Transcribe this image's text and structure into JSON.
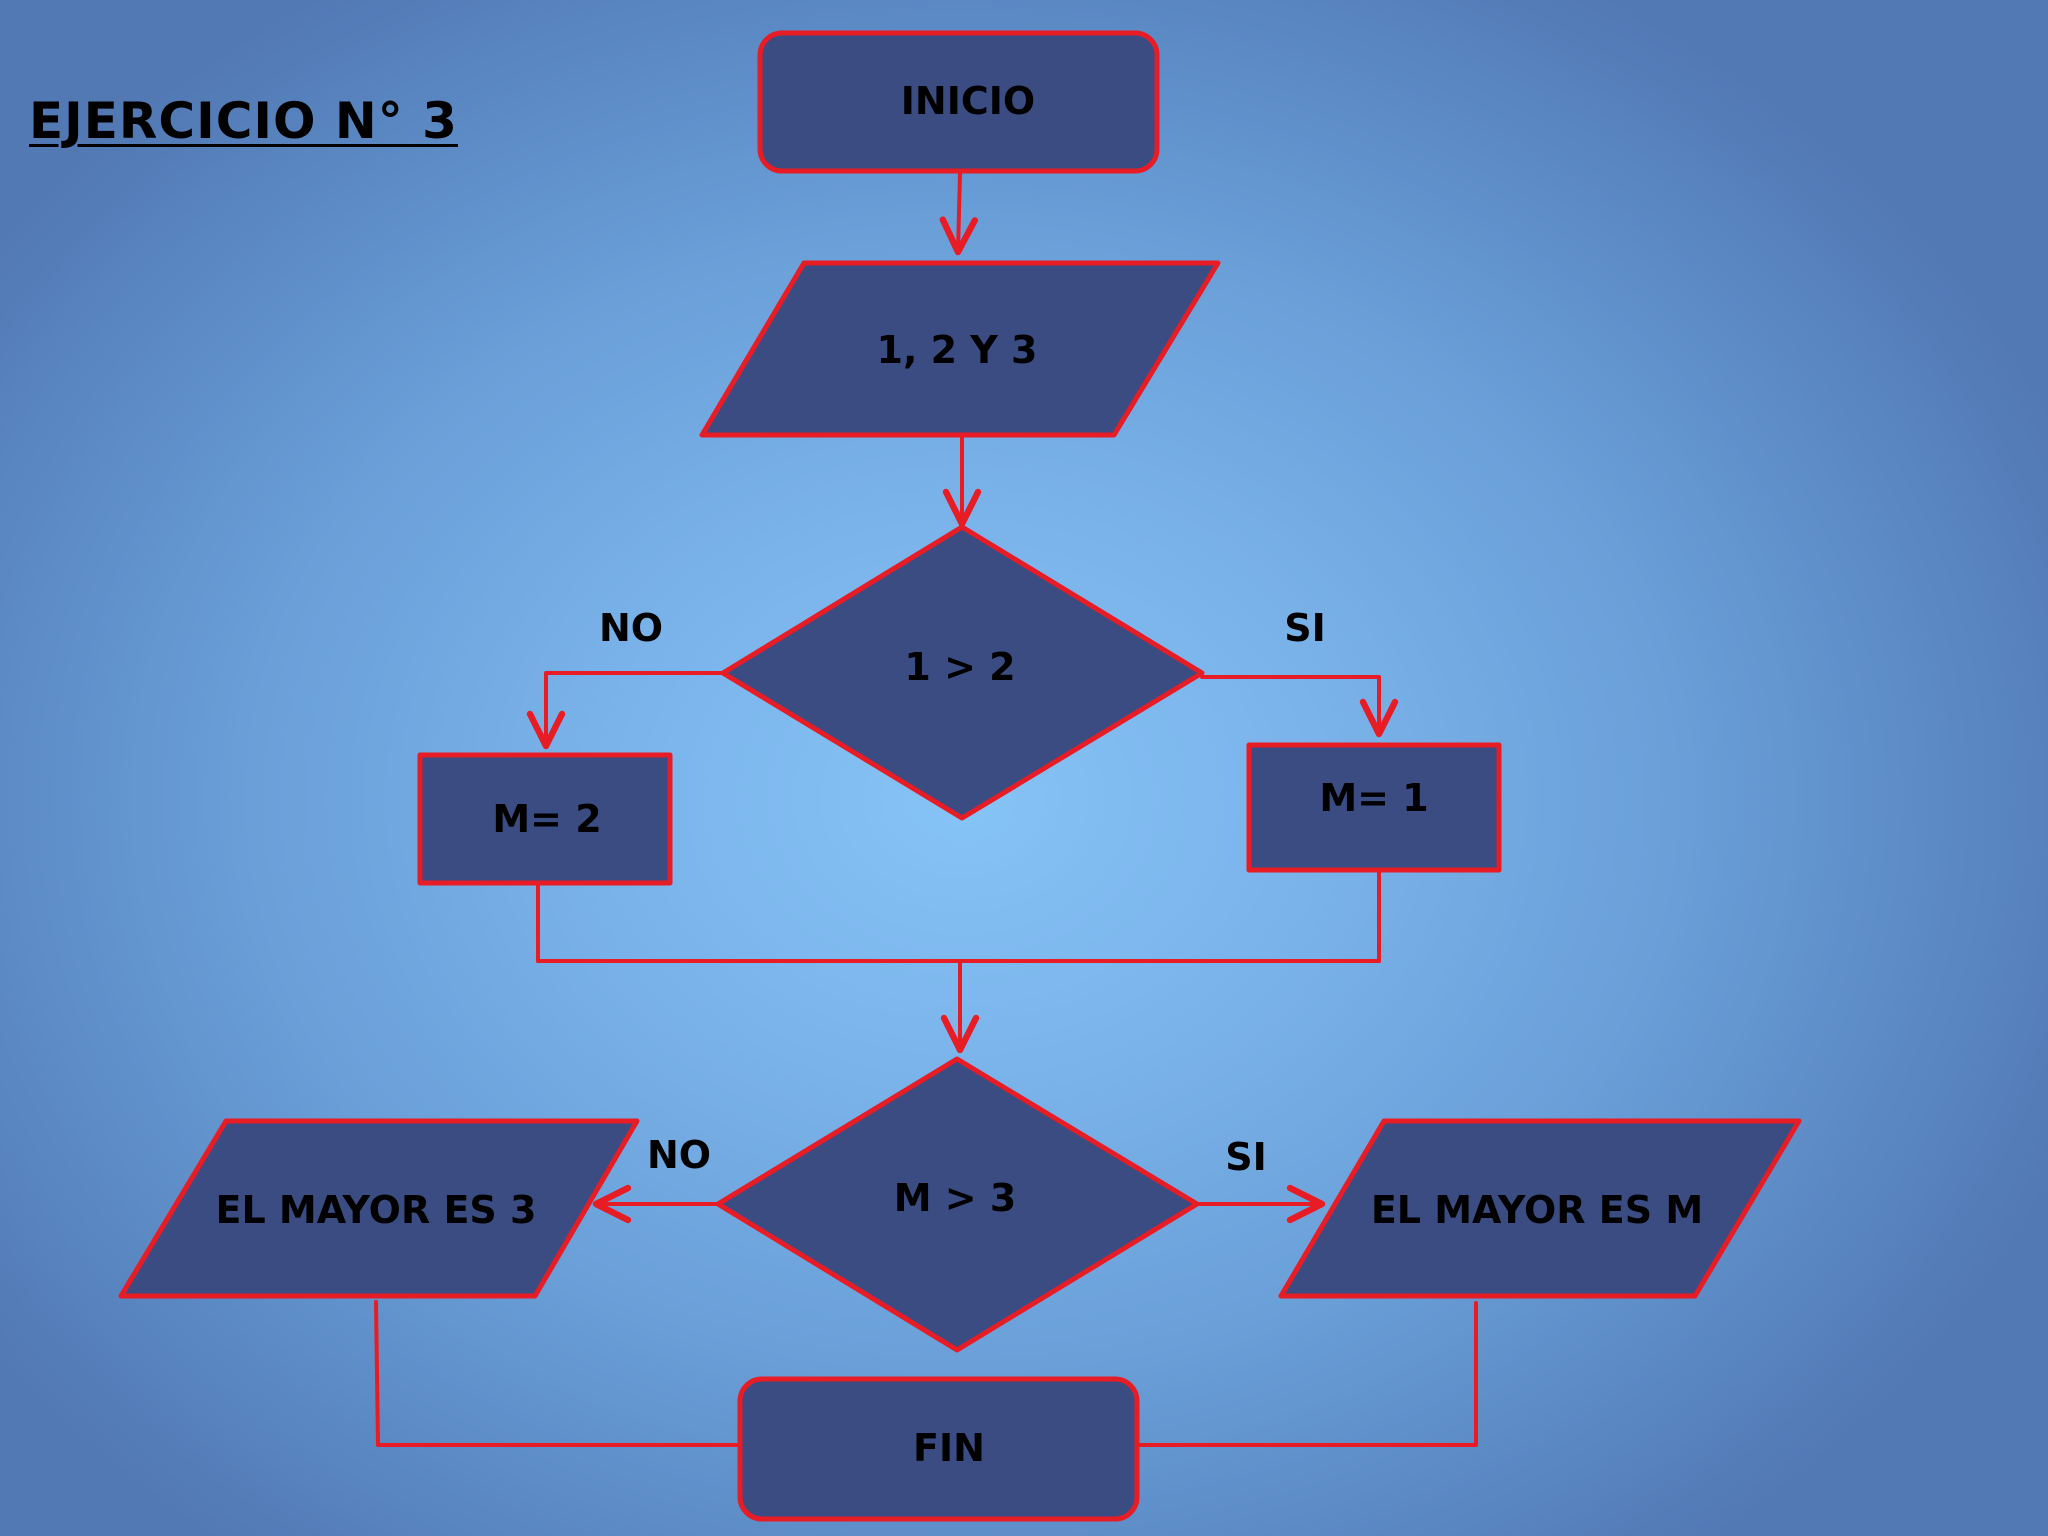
{
  "title": "EJERCICIO N° 3",
  "colors": {
    "node_fill": "#3a4c82",
    "stroke": "#e81c24",
    "text": "#000000"
  },
  "nodes": {
    "inicio": "INICIO",
    "input": "1, 2 Y 3",
    "decision1": "1 > 2",
    "assign_m2": "M= 2",
    "assign_m1": "M= 1",
    "decision2": "M > 3",
    "output3": "EL MAYOR ES 3",
    "outputM": "EL MAYOR ES M",
    "fin": "FIN"
  },
  "edges": {
    "d1_no": "NO",
    "d1_si": "SI",
    "d2_no": "NO",
    "d2_si": "SI"
  }
}
